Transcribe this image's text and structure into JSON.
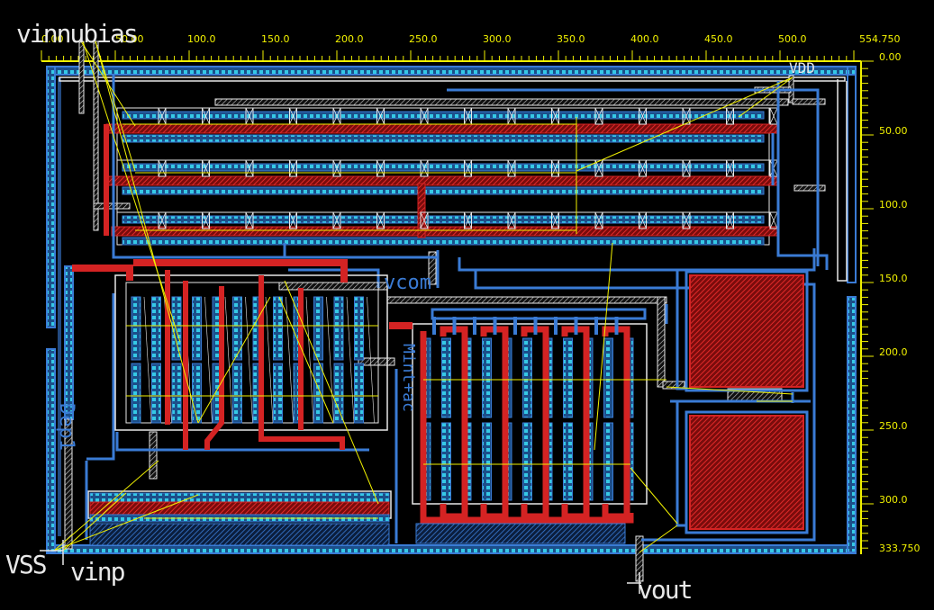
{
  "ruler": {
    "top_ticks": [
      "0.00",
      "50.00",
      "100.0",
      "150.0",
      "200.0",
      "250.0",
      "300.0",
      "350.0",
      "400.0",
      "450.0",
      "500.0",
      "554.750"
    ],
    "right_ticks": [
      "0.00",
      "50.00",
      "100.0",
      "150.0",
      "200.0",
      "250.0",
      "300.0",
      "333.750"
    ],
    "color": "#f2f200"
  },
  "pins": {
    "vinn_ubias": "vinnubias",
    "vdd": "VDD",
    "vcom": "vcom",
    "vss": "VSS",
    "vinp": "vinp",
    "vout": "vout"
  },
  "net_labels": {
    "left_vertical": "Dep1",
    "center_vertical": "Mint+ac"
  },
  "colors": {
    "background": "#000000",
    "metal1": "#3a7bd5",
    "metal2": "#e8e8e8",
    "poly": "#d42323",
    "contact": "#35c9e6",
    "wire": "#f2f200"
  }
}
